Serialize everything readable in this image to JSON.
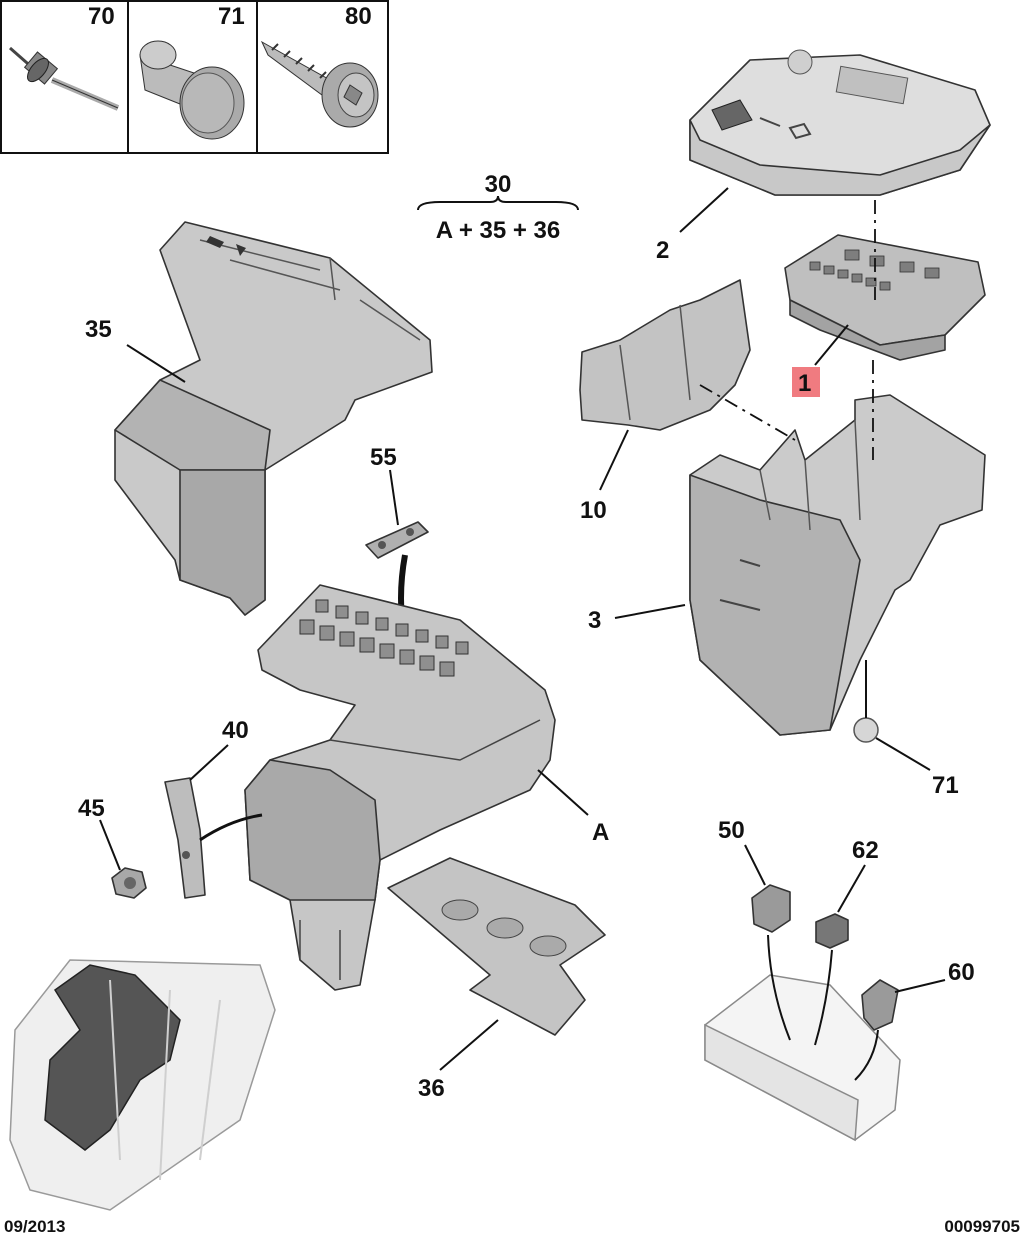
{
  "fasteners": [
    {
      "ref": "70",
      "icon": "rivet-icon"
    },
    {
      "ref": "71",
      "icon": "plug-icon"
    },
    {
      "ref": "80",
      "icon": "screw-icon"
    }
  ],
  "formula": {
    "top": "30",
    "bottom": "A + 35 + 36"
  },
  "labels": {
    "l1": "1",
    "l2": "2",
    "l3": "3",
    "l10": "10",
    "l35": "35",
    "l55": "55",
    "l40": "40",
    "l45": "45",
    "lA": "A",
    "l71": "71",
    "l36": "36",
    "l50": "50",
    "l62": "62",
    "l60": "60"
  },
  "highlight": {
    "ref": "1",
    "color": "#f07b80"
  },
  "footer": {
    "date": "09/2013",
    "code": "00099705"
  },
  "colors": {
    "part_fill": "#c8c8c8",
    "part_dark": "#9a9a9a",
    "cover_fill": "#dedede",
    "battery_dark": "#555555"
  }
}
